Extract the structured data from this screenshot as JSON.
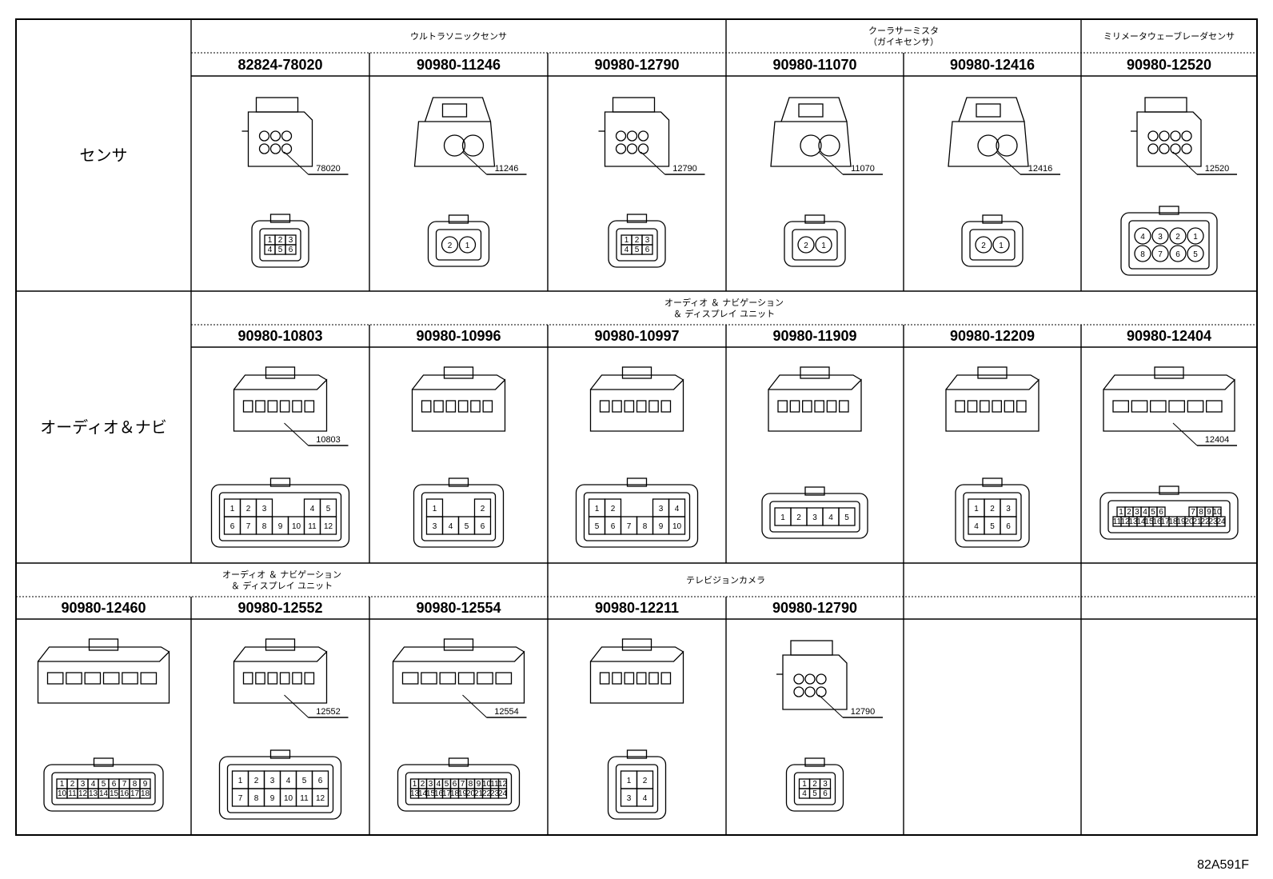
{
  "sections": [
    {
      "category": "センサ",
      "groups": [
        {
          "label_lines": [
            "ウルトラソニックセンサ"
          ],
          "span": [
            1,
            3
          ]
        },
        {
          "label_lines": [
            "クーラサーミスタ",
            "（ガイキセンサ）"
          ],
          "span": [
            4,
            5
          ]
        },
        {
          "label_lines": [
            "ミリメータウェーブレーダセンサ"
          ],
          "span": [
            6,
            6
          ]
        }
      ],
      "cells": [
        {
          "col": 1,
          "part": "82824-78020",
          "lead": "78020",
          "kind": "sq",
          "pins": [
            [
              "1",
              "2",
              "3"
            ],
            [
              "4",
              "5",
              "6"
            ]
          ],
          "pin_style": "tiny"
        },
        {
          "col": 2,
          "part": "90980-11246",
          "lead": "11246",
          "kind": "round2",
          "pins": [
            [
              "2",
              "1"
            ]
          ],
          "pin_style": "circle"
        },
        {
          "col": 3,
          "part": "90980-12790",
          "lead": "12790",
          "kind": "sq",
          "pins": [
            [
              "1",
              "2",
              "3"
            ],
            [
              "4",
              "5",
              "6"
            ]
          ],
          "pin_style": "tiny"
        },
        {
          "col": 4,
          "part": "90980-11070",
          "lead": "11070",
          "kind": "round2",
          "pins": [
            [
              "2",
              "1"
            ]
          ],
          "pin_style": "circle"
        },
        {
          "col": 5,
          "part": "90980-12416",
          "lead": "12416",
          "kind": "round2",
          "pins": [
            [
              "2",
              "1"
            ]
          ],
          "pin_style": "circle"
        },
        {
          "col": 6,
          "part": "90980-12520",
          "lead": "12520",
          "kind": "round8",
          "pins": [
            [
              "4",
              "3",
              "2",
              "1"
            ],
            [
              "8",
              "7",
              "6",
              "5"
            ]
          ],
          "pin_style": "circle"
        }
      ]
    },
    {
      "category": "オーディオ＆ナビ",
      "groups": [
        {
          "label_lines": [
            "オーディオ ＆ ナビゲーション",
            "＆ ディスプレイ ユニット"
          ],
          "span": [
            1,
            6
          ]
        }
      ],
      "cells": [
        {
          "col": 1,
          "part": "90980-10803",
          "lead": "10803",
          "kind": "grid",
          "pins": [
            [
              "1",
              "2",
              "3",
              "",
              "",
              "4",
              "5"
            ],
            [
              "6",
              "7",
              "8",
              "9",
              "10",
              "11",
              "12"
            ]
          ],
          "pin_style": "box"
        },
        {
          "col": 2,
          "part": "90980-10996",
          "lead": "",
          "kind": "grid",
          "pins": [
            [
              "1",
              "",
              "",
              "2"
            ],
            [
              "3",
              "4",
              "5",
              "6"
            ]
          ],
          "pin_style": "box"
        },
        {
          "col": 3,
          "part": "90980-10997",
          "lead": "",
          "kind": "grid",
          "pins": [
            [
              "1",
              "2",
              "",
              "",
              "3",
              "4"
            ],
            [
              "5",
              "6",
              "7",
              "8",
              "9",
              "10"
            ]
          ],
          "pin_style": "box"
        },
        {
          "col": 4,
          "part": "90980-11909",
          "lead": "",
          "kind": "grid",
          "pins": [
            [
              "1",
              "2",
              "3",
              "4",
              "5"
            ]
          ],
          "pin_style": "box"
        },
        {
          "col": 5,
          "part": "90980-12209",
          "lead": "",
          "kind": "grid",
          "pins": [
            [
              "1",
              "2",
              "3"
            ],
            [
              "4",
              "5",
              "6"
            ]
          ],
          "pin_style": "box"
        },
        {
          "col": 6,
          "part": "90980-12404",
          "lead": "12404",
          "kind": "wide",
          "pins": [
            [
              "1",
              "2",
              "3",
              "4",
              "5",
              "6",
              "",
              "",
              "",
              "7",
              "8",
              "9",
              "10"
            ],
            [
              "11",
              "12",
              "13",
              "14",
              "15",
              "16",
              "17",
              "18",
              "19",
              "20",
              "21",
              "22",
              "23",
              "24"
            ]
          ],
          "pin_style": "tiny"
        }
      ]
    },
    {
      "category": "",
      "groups": [
        {
          "label_lines": [
            "オーディオ ＆ ナビゲーション",
            "＆ ディスプレイ ユニット"
          ],
          "span": [
            0,
            2
          ]
        },
        {
          "label_lines": [
            "テレビジョンカメラ"
          ],
          "span": [
            3,
            4
          ]
        },
        {
          "label_lines": [],
          "span": [
            5,
            5
          ]
        },
        {
          "label_lines": [],
          "span": [
            6,
            6
          ]
        }
      ],
      "cells": [
        {
          "col": 0,
          "part": "90980-12460",
          "lead": "",
          "kind": "wide",
          "pins": [
            [
              "1",
              "2",
              "3",
              "4",
              "5",
              "6",
              "7",
              "8",
              "9"
            ],
            [
              "10",
              "11",
              "12",
              "13",
              "14",
              "15",
              "16",
              "17",
              "18"
            ]
          ],
          "pin_style": "tiny"
        },
        {
          "col": 1,
          "part": "90980-12552",
          "lead": "12552",
          "kind": "grid",
          "pins": [
            [
              "1",
              "2",
              "3",
              "4",
              "5",
              "6"
            ],
            [
              "7",
              "8",
              "9",
              "10",
              "11",
              "12"
            ]
          ],
          "pin_style": "box"
        },
        {
          "col": 2,
          "part": "90980-12554",
          "lead": "12554",
          "kind": "wide",
          "pins": [
            [
              "1",
              "2",
              "3",
              "4",
              "5",
              "6",
              "7",
              "8",
              "9",
              "10",
              "11",
              "12"
            ],
            [
              "13",
              "14",
              "15",
              "16",
              "17",
              "18",
              "19",
              "20",
              "21",
              "22",
              "23",
              "24"
            ]
          ],
          "pin_style": "tiny"
        },
        {
          "col": 3,
          "part": "90980-12211",
          "lead": "",
          "kind": "grid",
          "pins": [
            [
              "1",
              "2"
            ],
            [
              "3",
              "4"
            ]
          ],
          "pin_style": "box"
        },
        {
          "col": 4,
          "part": "90980-12790",
          "lead": "12790",
          "kind": "sq",
          "pins": [
            [
              "1",
              "2",
              "3"
            ],
            [
              "4",
              "5",
              "6"
            ]
          ],
          "pin_style": "tiny"
        }
      ]
    }
  ],
  "footer_code": "82A591F"
}
